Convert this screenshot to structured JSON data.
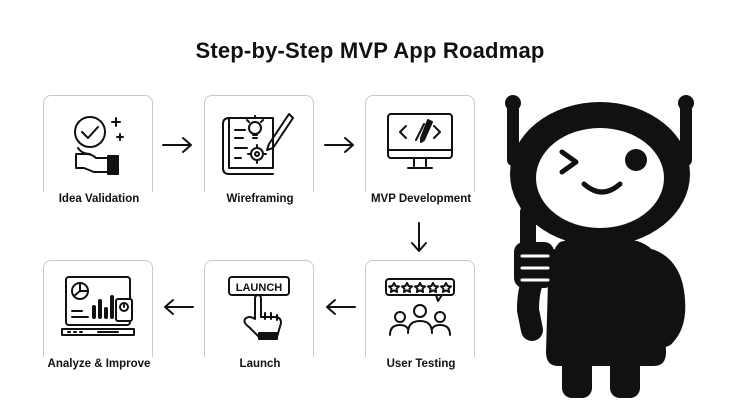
{
  "title": "Step-by-Step MVP App Roadmap",
  "steps": [
    {
      "label": "Idea Validation",
      "icon": "idea-validation-icon"
    },
    {
      "label": "Wireframing",
      "icon": "wireframing-icon"
    },
    {
      "label": "MVP Development",
      "icon": "mvp-development-icon"
    },
    {
      "label": "User Testing",
      "icon": "user-testing-icon"
    },
    {
      "label": "Launch",
      "icon": "launch-button-icon",
      "icon_text": "LAUNCH"
    },
    {
      "label": "Analyze & Improve",
      "icon": "analytics-dashboard-icon"
    }
  ],
  "mascot": "winking-robot-thumbs-up-icon",
  "colors": {
    "ink": "#111111",
    "border": "#c8c8c8",
    "background": "#ffffff"
  }
}
